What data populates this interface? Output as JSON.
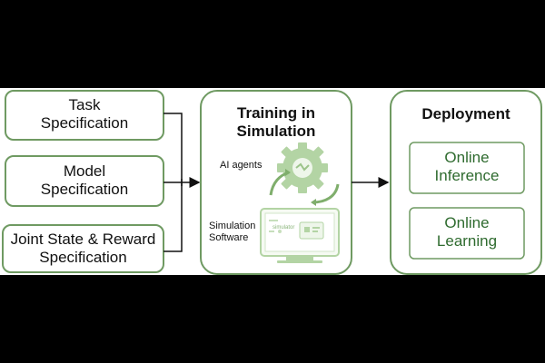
{
  "inputs": [
    {
      "line1": "Task",
      "line2": "Specification"
    },
    {
      "line1": "Model",
      "line2": "Specification"
    },
    {
      "line1": "Joint State & Reward",
      "line2": "Specification"
    }
  ],
  "training": {
    "title_line1": "Training in",
    "title_line2": "Simulation",
    "ai_agents": "AI agents",
    "sim_software_line1": "Simulation",
    "sim_software_line2": "Software",
    "screen_text": "simulator"
  },
  "deployment": {
    "title": "Deployment",
    "items": [
      {
        "line1": "Online",
        "line2": "Inference"
      },
      {
        "line1": "Online",
        "line2": "Learning"
      }
    ]
  },
  "colors": {
    "box_stroke": "#6f9a62",
    "icon_green": "#9cc48a",
    "text_green": "#2f6b2f",
    "arrow": "#111111"
  }
}
